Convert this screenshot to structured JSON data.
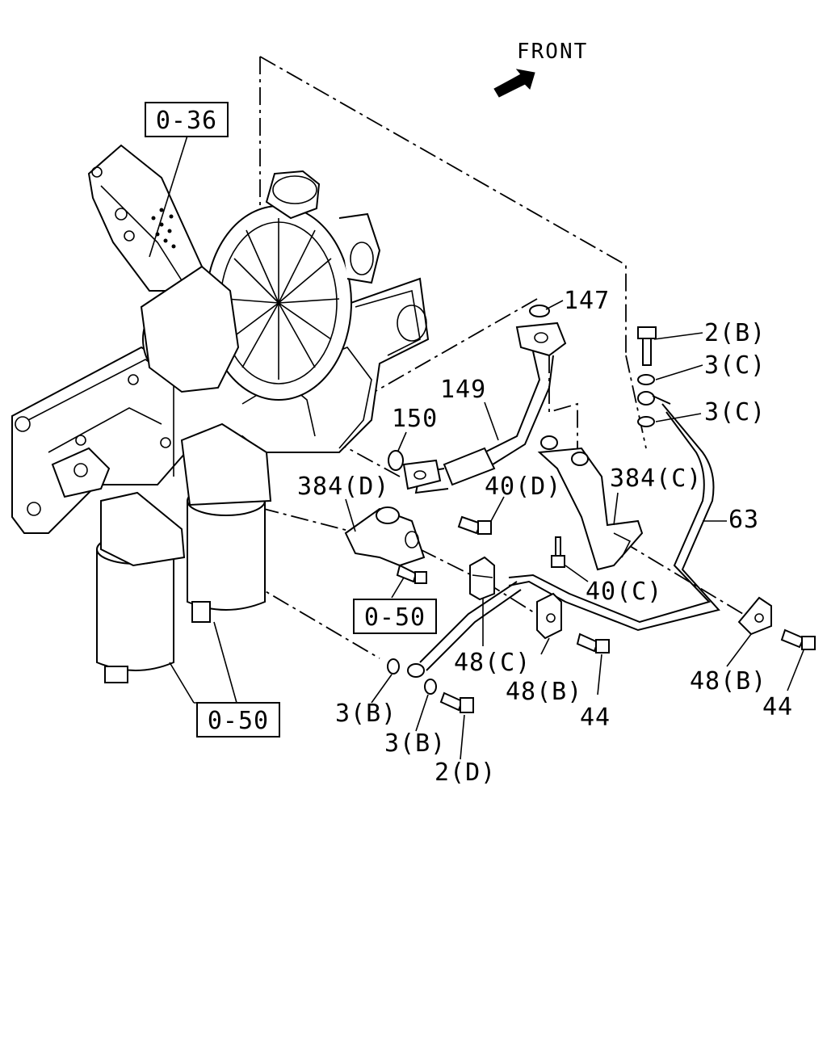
{
  "orientation": {
    "text": "FRONT",
    "icon": "front-arrow-icon"
  },
  "reference_boxes": [
    "0-36",
    "0-50",
    "0-50"
  ],
  "callouts": {
    "p147": "147",
    "p2b": "2(B)",
    "p3c_top": "3(C)",
    "p3c_bottom": "3(C)",
    "p149": "149",
    "p150": "150",
    "p384d": "384(D)",
    "p40d": "40(D)",
    "p384c": "384(C)",
    "p63": "63",
    "p40c": "40(C)",
    "p48c": "48(C)",
    "p48b_mid": "48(B)",
    "p44_mid": "44",
    "p48b_right": "48(B)",
    "p44_right": "44",
    "p3b_upper": "3(B)",
    "p3b_lower": "3(B)",
    "p2d": "2(D)"
  }
}
